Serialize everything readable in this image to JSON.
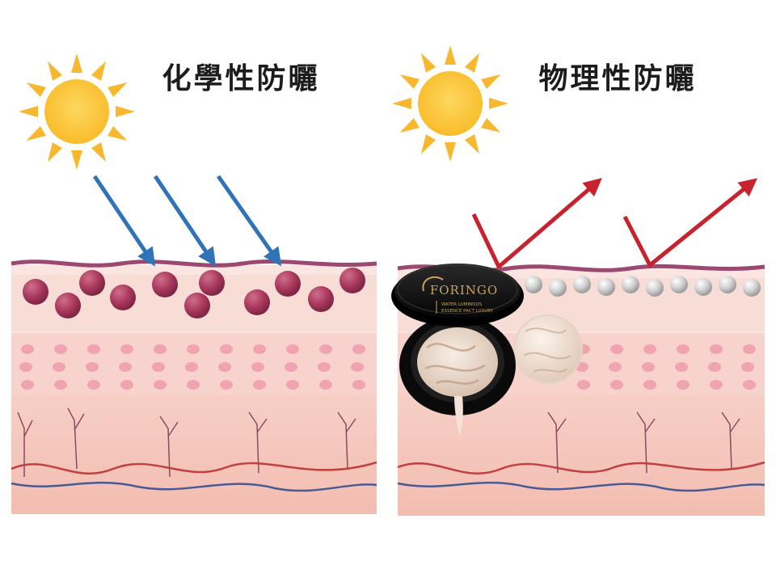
{
  "panels": [
    {
      "title": "化學性防曬",
      "kind": "chemical"
    },
    {
      "title": "物理性防曬",
      "kind": "physical"
    }
  ],
  "product": {
    "brand": "FORINGO",
    "subtitle_line1": "WATER LUMINOUS",
    "subtitle_line2": "ESSENCE PACT LUXURY"
  },
  "colors": {
    "sun": "#FCC42E",
    "sun_ray": "#F7B72E",
    "absorb_arrow": "#2F73B8",
    "reflect_arrow": "#C8232D",
    "skin_line": "#9B4970",
    "chemical_particle": "#A8385C",
    "mineral_particle": "#C9C9C9",
    "gold": "#C9A25A"
  }
}
